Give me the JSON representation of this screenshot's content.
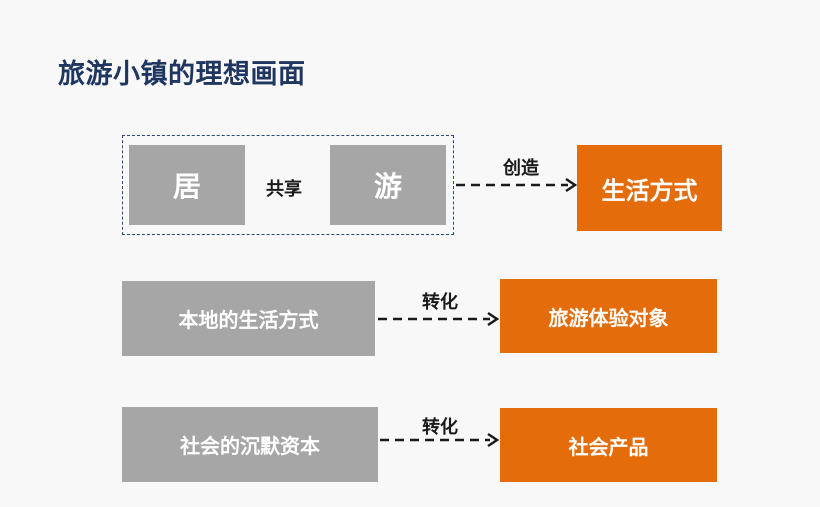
{
  "title": "旅游小镇的理想画面",
  "row1": {
    "left_box": "居",
    "share_label": "共享",
    "right_box": "游",
    "arrow_label": "创造",
    "target_box": "生活方式"
  },
  "row2": {
    "source_box": "本地的生活方式",
    "arrow_label": "转化",
    "target_box": "旅游体验对象"
  },
  "row3": {
    "source_box": "社会的沉默资本",
    "arrow_label": "转化",
    "target_box": "社会产品"
  },
  "colors": {
    "gray": "#a6a6a6",
    "orange": "#e46c0a",
    "title": "#1f3660"
  }
}
